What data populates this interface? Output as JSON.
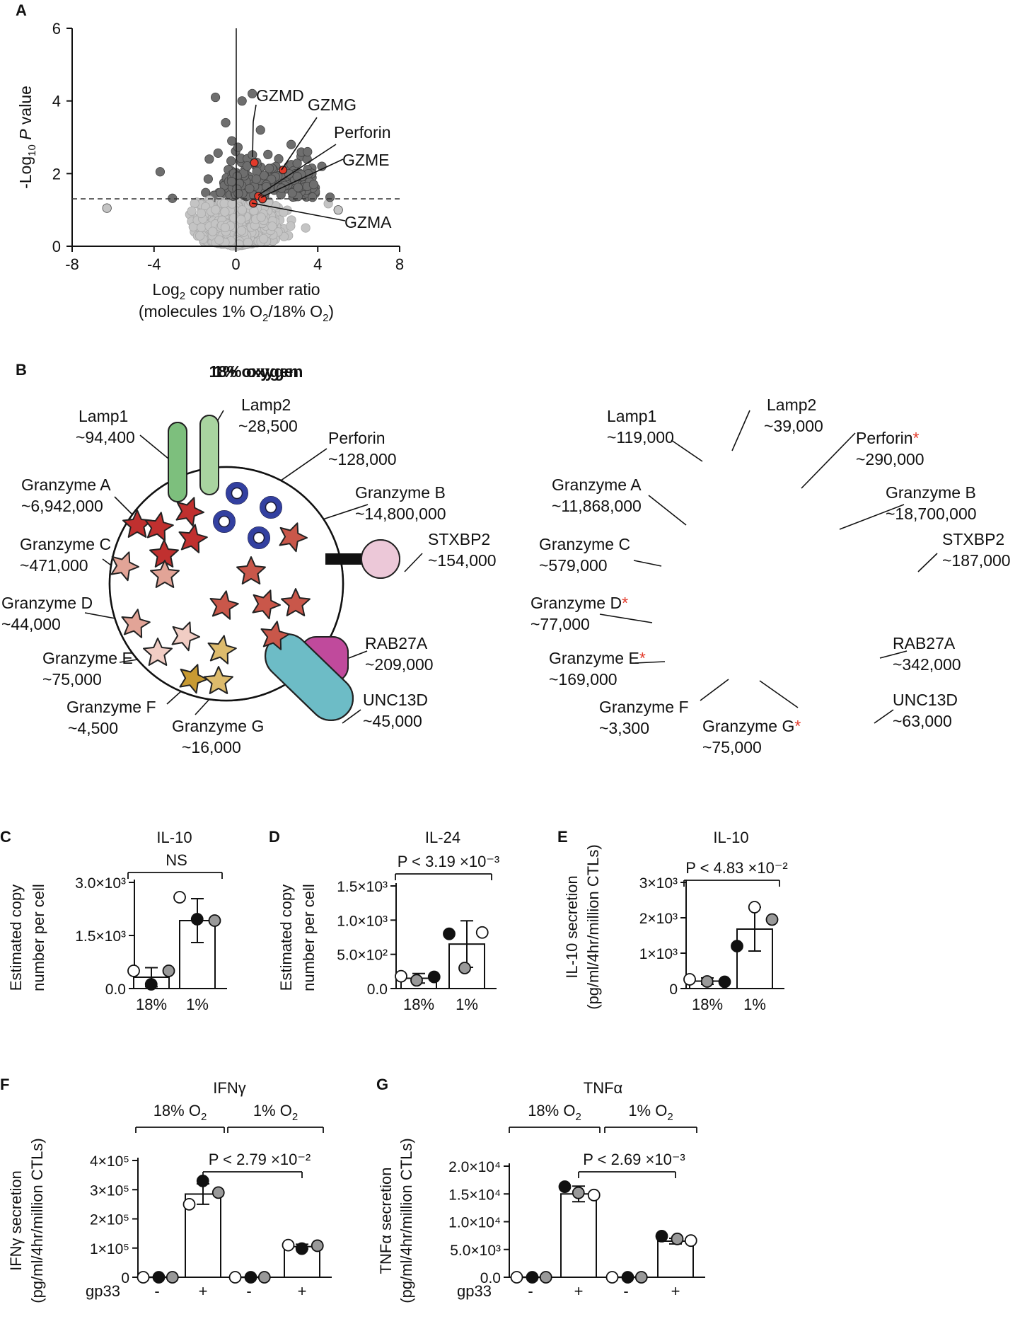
{
  "panel_labels": {
    "A": "A",
    "B": "B",
    "C": "C",
    "D": "D",
    "E": "E",
    "F": "F",
    "G": "G"
  },
  "volcano": {
    "ylabel_pre": "-Log",
    "ylabel_sub": "10",
    "ylabel_p": "P",
    "ylabel_post": " value",
    "xlabel_pre": "Log",
    "xlabel_sub": "2",
    "xlabel_post": " copy number ratio",
    "xlabel2_a": "(molecules 1% O",
    "xlabel2_b": "/18% O",
    "xlabel2_c": ")",
    "sub2": "2",
    "xticks": [
      "-8",
      "-4",
      "0",
      "4",
      "8"
    ],
    "yticks": [
      "0",
      "2",
      "4",
      "6"
    ],
    "labels": [
      "GZMD",
      "GZMG",
      "Perforin",
      "GZME",
      "GZMA"
    ]
  },
  "chart_data": [
    {
      "type": "scatter",
      "panel": "A",
      "xlim": [
        -8,
        8
      ],
      "ylim": [
        0,
        6
      ],
      "threshold_y": 1.3,
      "highlighted": [
        {
          "name": "GZMD",
          "x": 0.9,
          "y": 2.3
        },
        {
          "name": "GZMG",
          "x": 2.3,
          "y": 2.1
        },
        {
          "name": "Perforin",
          "x": 1.1,
          "y": 1.38
        },
        {
          "name": "GZME",
          "x": 1.3,
          "y": 1.3
        },
        {
          "name": "GZMA",
          "x": 0.85,
          "y": 1.18
        }
      ]
    },
    {
      "type": "bar",
      "panel": "C",
      "title": "IL-10",
      "annotation": "NS",
      "categories": [
        "18%",
        "1%"
      ],
      "values": [
        320,
        1920
      ],
      "sd": [
        270,
        620
      ],
      "ymax": 3000,
      "yticks": [
        {
          "v": 0,
          "label": "0.0"
        },
        {
          "v": 1500,
          "label": "1.5×10³"
        },
        {
          "v": 3000,
          "label": "3.0×10³"
        }
      ],
      "points": [
        [
          [
            80,
            500,
            "#ffffff"
          ],
          [
            170,
            500,
            "#999999"
          ],
          [
            125,
            120,
            "#111111"
          ]
        ],
        [
          [
            80,
            2580,
            "#ffffff"
          ],
          [
            170,
            1920,
            "#999999"
          ],
          [
            125,
            1960,
            "#111111"
          ]
        ]
      ]
    },
    {
      "type": "bar",
      "panel": "D",
      "title": "IL-24",
      "annotation": "P < 3.19 ×10⁻³",
      "categories": [
        "18%",
        "1%"
      ],
      "values": [
        150,
        650
      ],
      "sd": [
        70,
        340
      ],
      "ymax": 1500,
      "yticks": [
        {
          "v": 0,
          "label": "0.0"
        },
        {
          "v": 500,
          "label": "5.0×10²"
        },
        {
          "v": 1000,
          "label": "1.0×10³"
        },
        {
          "v": 1500,
          "label": "1.5×10³"
        }
      ],
      "points": [
        [
          [
            80,
            180,
            "#ffffff"
          ],
          [
            120,
            120,
            "#999999"
          ],
          [
            165,
            170,
            "#111111"
          ]
        ],
        [
          [
            80,
            800,
            "#111111"
          ],
          [
            165,
            820,
            "#ffffff"
          ],
          [
            120,
            300,
            "#999999"
          ]
        ]
      ]
    },
    {
      "type": "bar",
      "panel": "E",
      "title": "IL-10",
      "annotation": "P < 4.83 ×10⁻²",
      "categories": [
        "18%",
        "1%"
      ],
      "values": [
        210,
        1680
      ],
      "sd": [
        90,
        620
      ],
      "ymax": 3000,
      "yticks": [
        {
          "v": 0,
          "label": "0"
        },
        {
          "v": 1000,
          "label": "1×10³"
        },
        {
          "v": 2000,
          "label": "2×10³"
        },
        {
          "v": 3000,
          "label": "3×10³"
        }
      ],
      "points": [
        [
          [
            80,
            260,
            "#ffffff"
          ],
          [
            125,
            200,
            "#999999"
          ],
          [
            170,
            190,
            "#111111"
          ]
        ],
        [
          [
            125,
            2300,
            "#ffffff"
          ],
          [
            170,
            1950,
            "#999999"
          ],
          [
            80,
            1200,
            "#111111"
          ]
        ]
      ]
    },
    {
      "type": "bar",
      "panel": "F",
      "title": "IFNγ",
      "group_labels": [
        "18% O",
        "1% O"
      ],
      "annotation": "P < 2.79 ×10⁻²",
      "categories": [
        "-",
        "+",
        "-",
        "+"
      ],
      "xlabel": "gp33",
      "values": [
        0,
        285000,
        0,
        105000
      ],
      "sd": [
        0,
        35000,
        0,
        8000
      ],
      "ymax": 400000,
      "yticks": [
        {
          "v": 0,
          "label": "0"
        },
        {
          "v": 100000,
          "label": "1×10⁵"
        },
        {
          "v": 200000,
          "label": "2×10⁵"
        },
        {
          "v": 300000,
          "label": "3×10⁵"
        },
        {
          "v": 400000,
          "label": "4×10⁵"
        }
      ],
      "points": [
        [
          [
            90,
            0,
            "#ffffff"
          ],
          [
            130,
            0,
            "#111111"
          ],
          [
            165,
            0,
            "#999999"
          ]
        ],
        [
          [
            125,
            330000,
            "#111111"
          ],
          [
            165,
            290000,
            "#999999"
          ],
          [
            90,
            250000,
            "#ffffff"
          ]
        ],
        [
          [
            90,
            0,
            "#ffffff"
          ],
          [
            130,
            0,
            "#111111"
          ],
          [
            165,
            0,
            "#999999"
          ]
        ],
        [
          [
            90,
            110000,
            "#ffffff"
          ],
          [
            165,
            108000,
            "#999999"
          ],
          [
            125,
            98000,
            "#111111"
          ]
        ]
      ]
    },
    {
      "type": "bar",
      "panel": "G",
      "title": "TNFα",
      "group_labels": [
        "18% O",
        "1% O"
      ],
      "annotation": "P < 2.69 ×10⁻³",
      "categories": [
        "-",
        "+",
        "-",
        "+"
      ],
      "xlabel": "gp33",
      "values": [
        0,
        15000,
        0,
        6500
      ],
      "sd": [
        0,
        1400,
        0,
        500
      ],
      "ymax": 20000,
      "yticks": [
        {
          "v": 0,
          "label": "0.0"
        },
        {
          "v": 5000,
          "label": "5.0×10³"
        },
        {
          "v": 10000,
          "label": "1.0×10⁴"
        },
        {
          "v": 15000,
          "label": "1.5×10⁴"
        },
        {
          "v": 20000,
          "label": "2.0×10⁴"
        }
      ],
      "points": [
        [
          [
            90,
            0,
            "#ffffff"
          ],
          [
            130,
            0,
            "#111111"
          ],
          [
            165,
            0,
            "#999999"
          ]
        ],
        [
          [
            90,
            16300,
            "#111111"
          ],
          [
            125,
            15200,
            "#999999"
          ],
          [
            165,
            14800,
            "#ffffff"
          ]
        ],
        [
          [
            90,
            0,
            "#ffffff"
          ],
          [
            130,
            0,
            "#111111"
          ],
          [
            165,
            0,
            "#999999"
          ]
        ],
        [
          [
            90,
            7400,
            "#111111"
          ],
          [
            130,
            6900,
            "#999999"
          ],
          [
            165,
            6600,
            "#ffffff"
          ]
        ]
      ]
    }
  ],
  "ylabels": {
    "C": [
      "Estimated copy",
      "number per cell"
    ],
    "D": [
      "Estimated copy",
      "number per cell"
    ],
    "E": [
      "IL-10 secretion",
      "(pg/ml/4hr/million CTLs)"
    ],
    "F": [
      "IFNγ secretion",
      "(pg/ml/4hr/million CTLs)"
    ],
    "G": [
      "TNFα secretion",
      "(pg/ml/4hr/million CTLs)"
    ]
  },
  "o2_sub": "2",
  "diagram18": {
    "title": "18% oxygen",
    "lamp1": [
      "Lamp1",
      "~94,400"
    ],
    "lamp2": [
      "Lamp2",
      "~28,500"
    ],
    "perforin": [
      "Perforin",
      "~128,000"
    ],
    "gzmA": [
      "Granzyme A",
      "~6,942,000"
    ],
    "gzmB": [
      "Granzyme B",
      "~14,800,000"
    ],
    "gzmC": [
      "Granzyme C",
      "~471,000"
    ],
    "stxbp2": [
      "STXBP2",
      "~154,000"
    ],
    "gzmD": [
      "Granzyme D",
      "~44,000"
    ],
    "rab27a": [
      "RAB27A",
      "~209,000"
    ],
    "gzmE": [
      "Granzyme E",
      "~75,000"
    ],
    "unc13d": [
      "UNC13D",
      "~45,000"
    ],
    "gzmF": [
      "Granzyme F",
      "~4,500"
    ],
    "gzmG": [
      "Granzyme G",
      "~16,000"
    ]
  },
  "diagram1": {
    "title": "1% oxygen",
    "lamp1": [
      "Lamp1",
      "~119,000"
    ],
    "lamp2": [
      "Lamp2",
      "~39,000"
    ],
    "perforin": [
      "Perforin",
      "~290,000"
    ],
    "gzmA": [
      "Granzyme A",
      "~11,868,000"
    ],
    "gzmB": [
      "Granzyme B",
      "~18,700,000"
    ],
    "gzmC": [
      "Granzyme C",
      "~579,000"
    ],
    "stxbp2": [
      "STXBP2",
      "~187,000"
    ],
    "gzmD": [
      "Granzyme D",
      "~77,000"
    ],
    "rab27a": [
      "RAB27A",
      "~342,000"
    ],
    "gzmE": [
      "Granzyme E",
      "~169,000"
    ],
    "unc13d": [
      "UNC13D",
      "~63,000"
    ],
    "gzmF": [
      "Granzyme F",
      "~3,300"
    ],
    "gzmG": [
      "Granzyme G",
      "~75,000"
    ],
    "asterisk": "*"
  },
  "colors": {
    "lamp1": "#7dbf7d",
    "lamp2": "#a9d4a0",
    "perforin": "#3340a0",
    "star_dark": "#c0302f",
    "star_mid": "#c9574a",
    "star_light": "#e2a497",
    "star_pale": "#f1cdc4",
    "star_gold": "#c89a32",
    "star_tan": "#ddbb6c",
    "stxbp2": "#ecc8d8",
    "rab27a": "#c04a9c",
    "unc13d": "#6dbcc6",
    "highlight": "#e33a2a",
    "sig": "#6e6e6e",
    "nonsig": "#c4c4c4",
    "asterisk": "#e33a2a"
  }
}
